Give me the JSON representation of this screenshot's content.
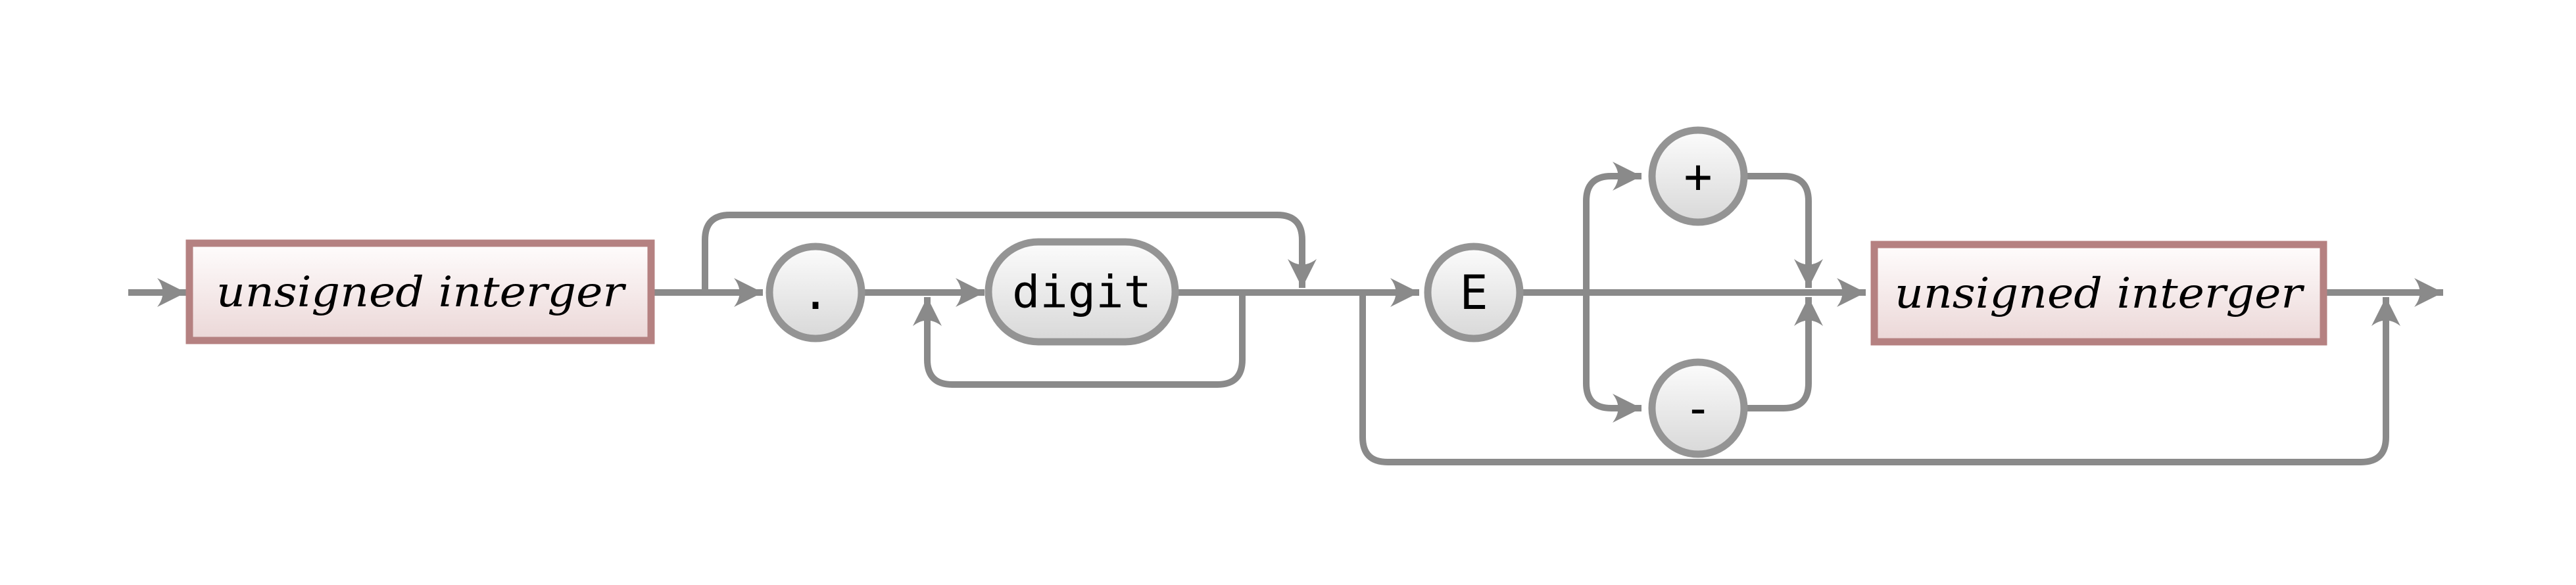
{
  "diagram": {
    "type": "railroad-syntax-diagram",
    "nodes": {
      "start_nonterminal": {
        "label": "unsigned interger",
        "kind": "nonterminal-box"
      },
      "dot": {
        "label": ".",
        "kind": "terminal-circle"
      },
      "digit": {
        "label": "digit",
        "kind": "terminal-stadium"
      },
      "exponent": {
        "label": "E",
        "kind": "terminal-circle"
      },
      "plus": {
        "label": "+",
        "kind": "terminal-circle"
      },
      "minus": {
        "label": "-",
        "kind": "terminal-circle"
      },
      "end_nonterminal": {
        "label": "unsigned interger",
        "kind": "nonterminal-box"
      }
    },
    "flow": [
      "entry → unsigned interger → ( skip | . digit+ ) → ( skip-to-exit | E ( + | ε | - ) unsigned interger ) → exit"
    ]
  },
  "colors": {
    "page_bg": "#ffffff",
    "wire": "#8a8a8a",
    "node_border": "#949494",
    "node_fill_top": "#fcfcfc",
    "node_fill_bottom": "#d8d8d8",
    "box_border": "#b58181",
    "box_fill_top": "#fffdfd",
    "box_fill_bottom": "#ebd7d7",
    "label": "#000000"
  }
}
